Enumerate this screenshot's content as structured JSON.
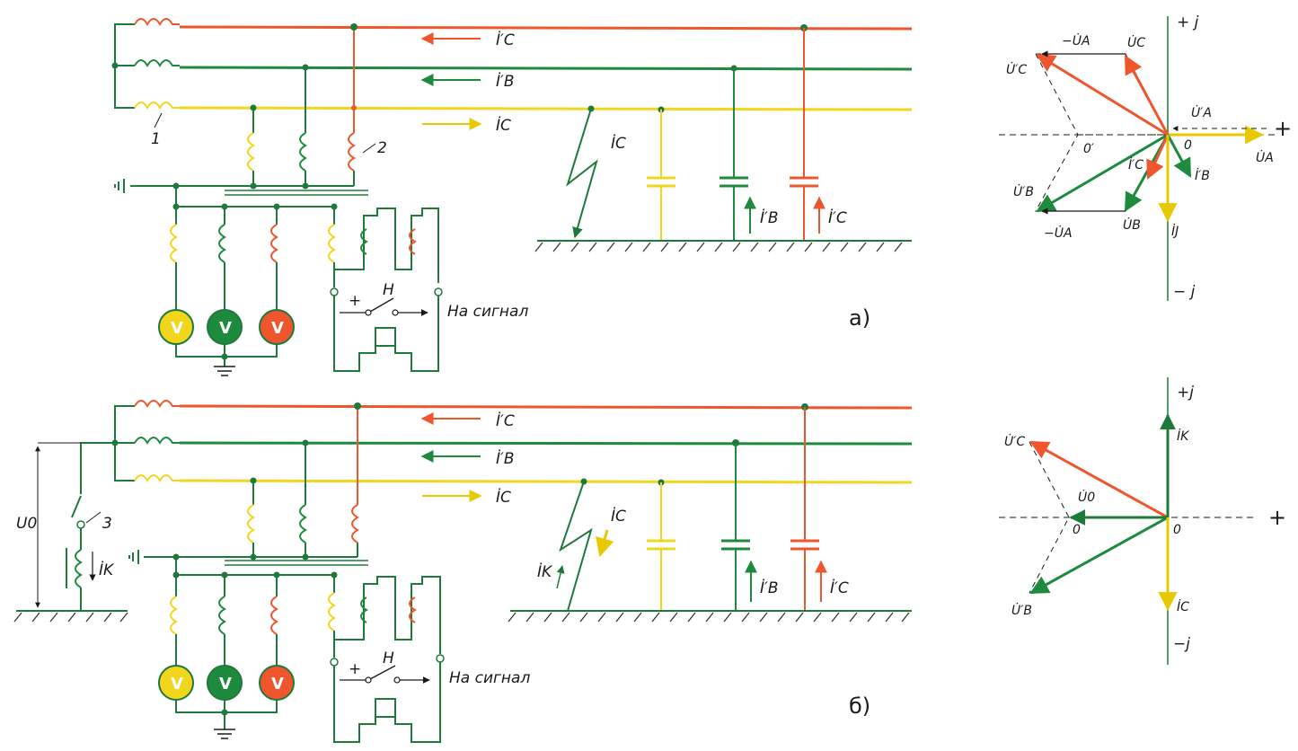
{
  "colors": {
    "phaseA": "#f2d61e",
    "phaseB": "#1e8a3e",
    "phaseC": "#f0562e",
    "wire": "#1e7a3a",
    "ink": "#1a1a1a"
  },
  "panel_a": {
    "label": "а)",
    "currents": {
      "ic_prime": "İ′C",
      "ib_prime": "İ′B",
      "ic": "İC",
      "ic_fault": "İC",
      "ib_cap": "İ′B",
      "ic_cap": "İ′C"
    },
    "marks": {
      "one": "1",
      "two": "2"
    },
    "relay": {
      "plus": "+",
      "h": "H",
      "signal": "На сигнал"
    },
    "voltmeter": "V",
    "vector": {
      "plus_j": "+ j",
      "minus_j": "− j",
      "plus": "+",
      "origin": "0",
      "origin_shift": "0′",
      "ua": "U̇A",
      "minus_ua_top": "−U̇A",
      "minus_ua_bottom": "−U̇A",
      "uc": "U̇C",
      "uc_prime": "U̇′C",
      "ua_prime": "U̇′A",
      "ub_prime": "U̇′B",
      "ub": "U̇B",
      "ic_prime": "İ′C",
      "ib_prime": "İ′B",
      "ij": "İJ"
    }
  },
  "panel_b": {
    "label": "б)",
    "currents": {
      "ic_prime": "İ′C",
      "ib_prime": "İ′B",
      "ic": "İC",
      "ic_fault": "İC",
      "ik_fault": "İK",
      "ib_cap": "İ′B",
      "ic_cap": "İ′C",
      "ik_coil": "İK"
    },
    "marks": {
      "three": "3",
      "u0": "U0"
    },
    "relay": {
      "plus": "+",
      "h": "H",
      "signal": "На сигнал"
    },
    "voltmeter": "V",
    "vector": {
      "plus_j": "+j",
      "minus_j": "−j",
      "plus": "+",
      "origin": "0",
      "origin_shift": "0",
      "uc_prime": "U̇′C",
      "u0": "U̇0",
      "ub_prime": "U̇′B",
      "ik": "İK",
      "ic": "İC"
    }
  }
}
